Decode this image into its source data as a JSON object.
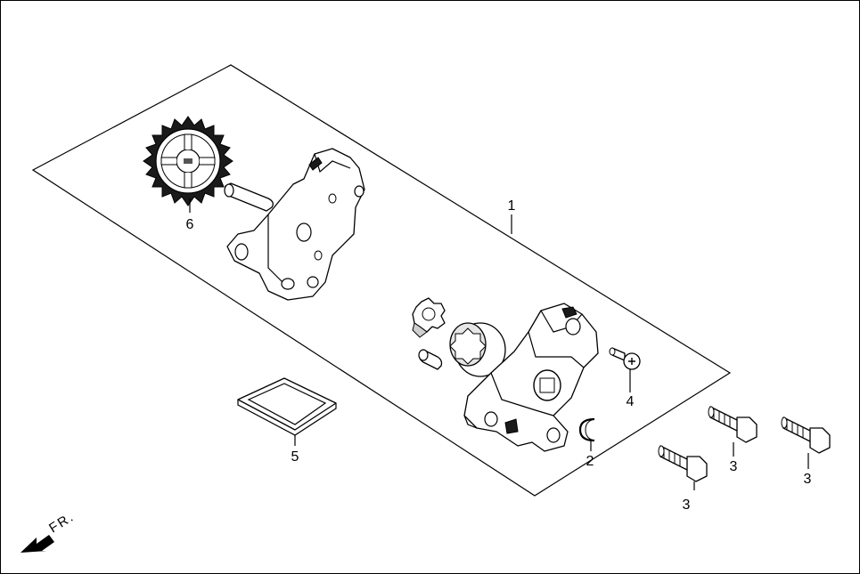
{
  "diagram": {
    "callouts": {
      "c1": "1",
      "c2": "2",
      "c3a": "3",
      "c3b": "3",
      "c3c": "3",
      "c4": "4",
      "c5": "5",
      "c6": "6"
    },
    "direction_label": "FR."
  }
}
